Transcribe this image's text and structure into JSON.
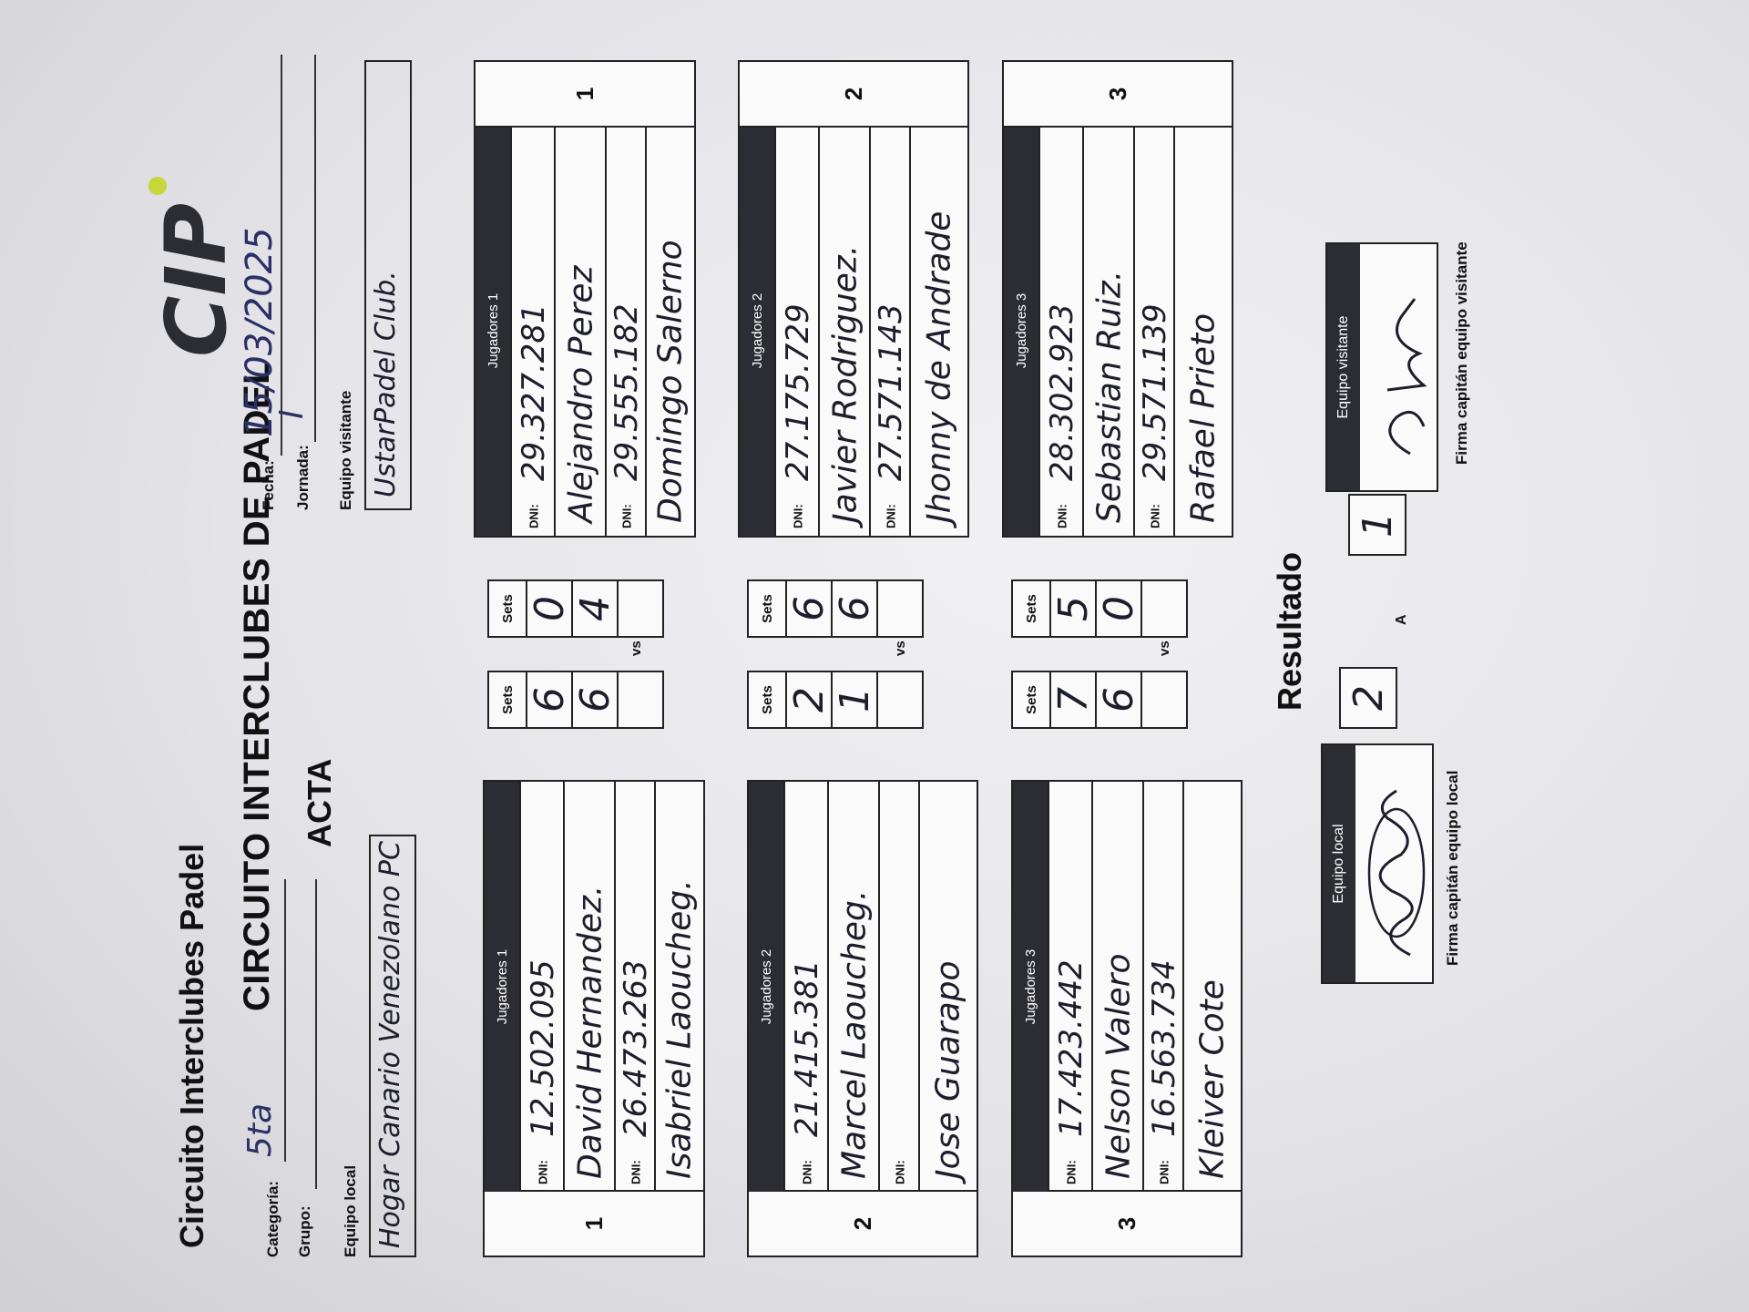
{
  "header": {
    "circuit_title": "Circuito Interclubes Padel",
    "main_title": "CIRCUITO INTERCLUBES DE PADEL",
    "acta": "ACTA",
    "logo_text": "CIP"
  },
  "fields": {
    "categoria_label": "Categoría:",
    "categoria_value": "5ta",
    "grupo_label": "Grupo:",
    "grupo_value": "",
    "fecha_label": "Fecha:",
    "fecha_value": "15/03/2025",
    "jornada_label": "Jornada:",
    "jornada_value": "I",
    "equipo_local_label": "Equipo local",
    "equipo_local_value": "Hogar Canario Venezolano PC",
    "equipo_visitante_label": "Equipo visitante",
    "equipo_visitante_value": "UstarPadel Club."
  },
  "matches": [
    {
      "number": "1",
      "local": {
        "header": "Jugadores 1",
        "dni_label": "DNI:",
        "dni1": "12.502.095",
        "name1": "David Hernandez.",
        "dni2": "26.473.263",
        "name2": "Isabriel Laoucheg."
      },
      "local_sets": [
        "6",
        "6",
        ""
      ],
      "visit_sets": [
        "0",
        "4",
        ""
      ],
      "visit": {
        "header": "Jugadores 1",
        "dni_label": "DNI:",
        "dni1": "29.327.281",
        "name1": "Alejandro Perez",
        "dni2": "29.555.182",
        "name2": "Domingo Salerno"
      }
    },
    {
      "number": "2",
      "local": {
        "header": "Jugadores 2",
        "dni_label": "DNI:",
        "dni1": "21.415.381",
        "name1": "Marcel Laoucheg.",
        "dni2": "",
        "name2": "Jose Guarapo"
      },
      "local_sets": [
        "2",
        "1",
        ""
      ],
      "visit_sets": [
        "6",
        "6",
        ""
      ],
      "visit": {
        "header": "Jugadores 2",
        "dni_label": "DNI:",
        "dni1": "27.175.729",
        "name1": "Javier Rodriguez.",
        "dni2": "27.571.143",
        "name2": "Jhonny de Andrade"
      }
    },
    {
      "number": "3",
      "local": {
        "header": "Jugadores 3",
        "dni_label": "DNI:",
        "dni1": "17.423.442",
        "name1": "Nelson Valero",
        "dni2": "16.563.734",
        "name2": "Kleiver Cote"
      },
      "local_sets": [
        "7",
        "6",
        ""
      ],
      "visit_sets": [
        "5",
        "0",
        ""
      ],
      "visit": {
        "header": "Jugadores 3",
        "dni_label": "DNI:",
        "dni1": "28.302.923",
        "name1": "Sebastian Ruiz.",
        "dni2": "29.571.139",
        "name2": "Rafael Prieto"
      }
    }
  ],
  "sets_label": "Sets",
  "vs_label": "vs",
  "resultado": {
    "label": "Resultado",
    "local_score": "2",
    "a_label": "A",
    "visit_score": "1"
  },
  "signatures": {
    "local_header": "Equipo local",
    "local_caption": "Firma capitán equipo local",
    "visit_header": "Equipo visitante",
    "visit_caption": "Firma capitán equipo visitante"
  },
  "colors": {
    "paper": "#f1f1f3",
    "header_fill": "#2c2c33",
    "ink": "#2b2f66"
  }
}
